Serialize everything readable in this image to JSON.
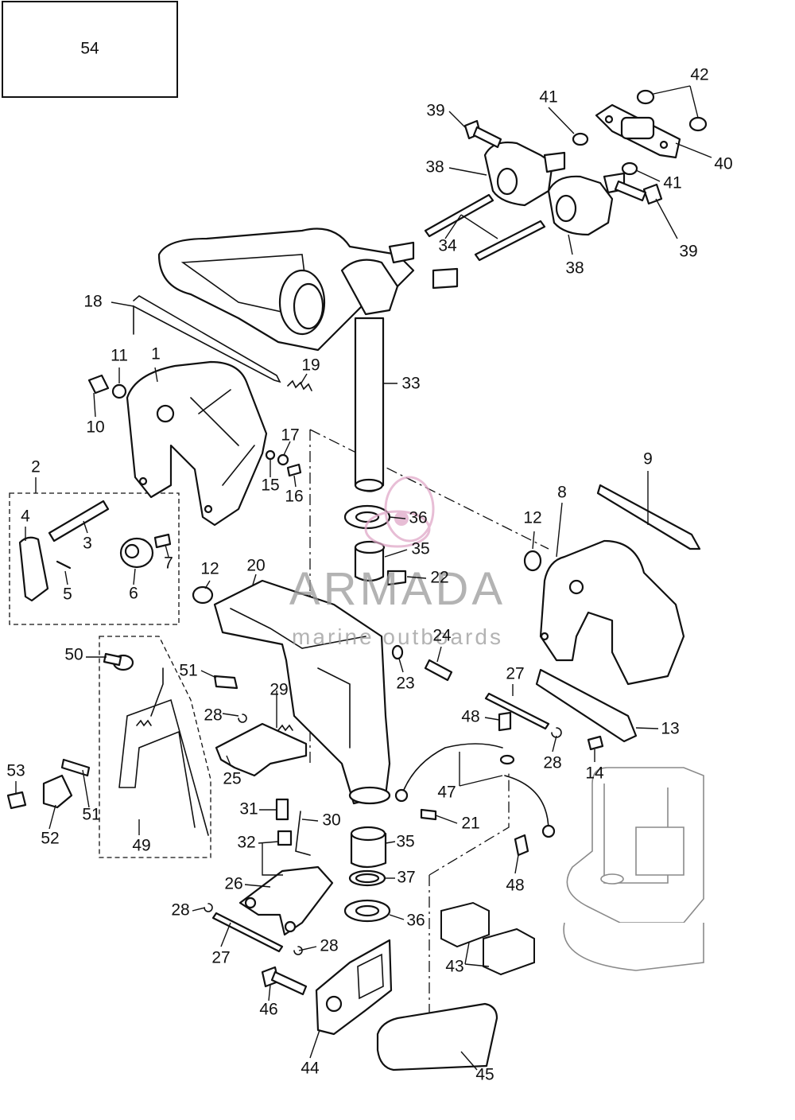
{
  "diagram": {
    "page_box_label": "54",
    "callouts": [
      "1",
      "2",
      "3",
      "4",
      "5",
      "6",
      "7",
      "8",
      "9",
      "10",
      "11",
      "12",
      "12",
      "13",
      "14",
      "15",
      "16",
      "17",
      "18",
      "19",
      "20",
      "21",
      "22",
      "23",
      "24",
      "25",
      "26",
      "27",
      "27",
      "28",
      "28",
      "28",
      "28",
      "29",
      "30",
      "31",
      "32",
      "33",
      "34",
      "35",
      "35",
      "36",
      "36",
      "37",
      "38",
      "38",
      "39",
      "39",
      "40",
      "41",
      "41",
      "42",
      "43",
      "44",
      "45",
      "46",
      "47",
      "48",
      "48",
      "49",
      "50",
      "51",
      "51",
      "52",
      "53"
    ]
  },
  "watermark": {
    "brand": "ARMADA",
    "tagline": "marine outboards",
    "colors": {
      "brand": "#9a9a9a",
      "logo": "#e0a8c8"
    }
  }
}
